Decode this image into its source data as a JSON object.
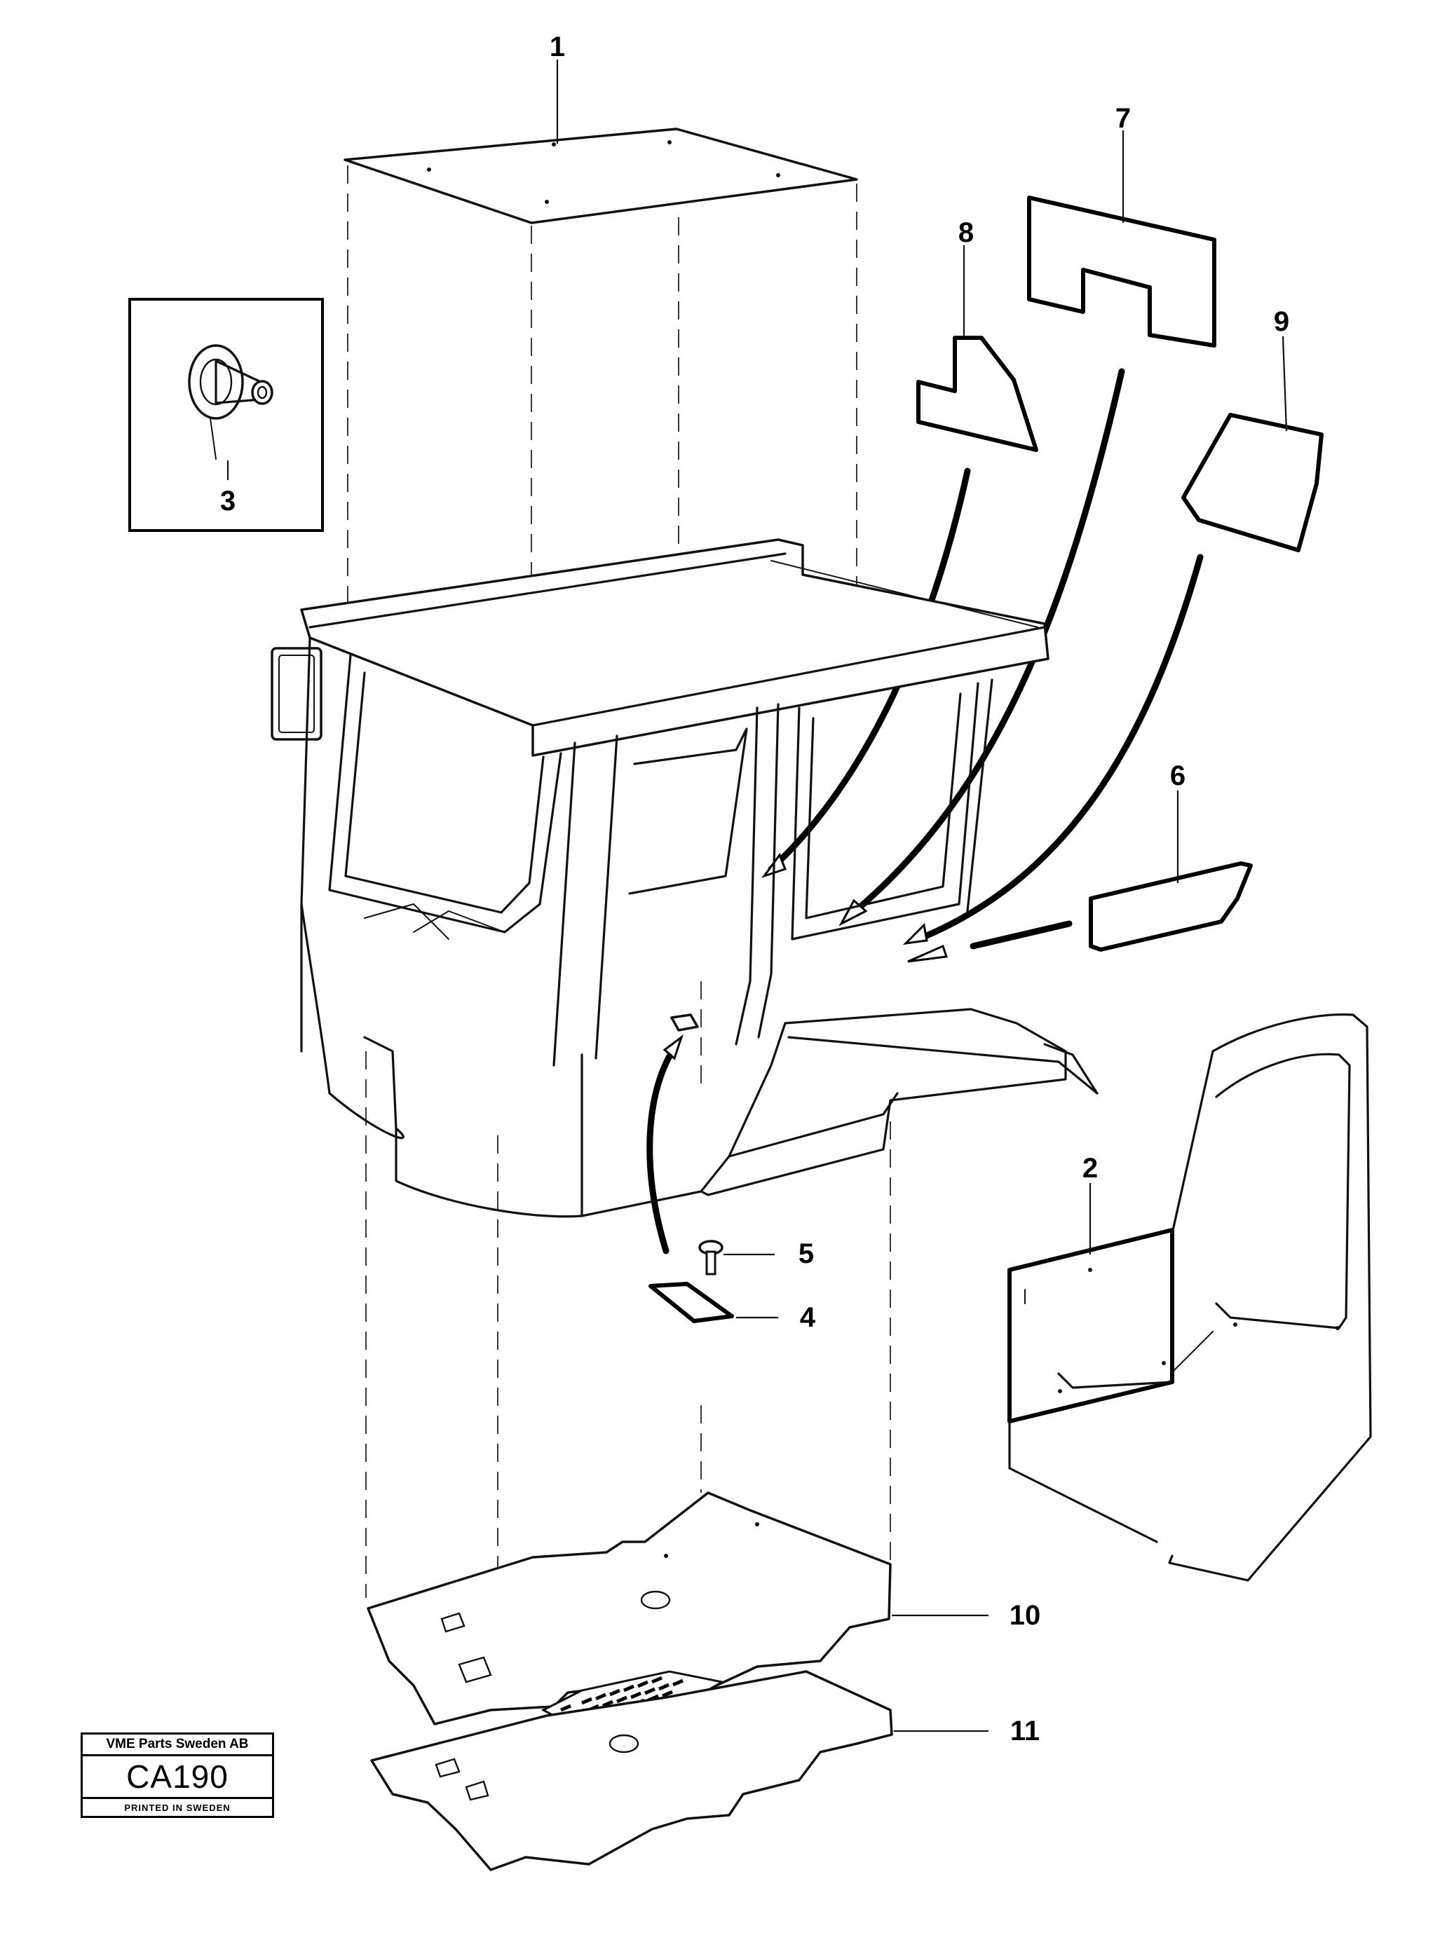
{
  "callouts": {
    "c1": "1",
    "c2": "2",
    "c3": "3",
    "c4": "4",
    "c5": "5",
    "c6": "6",
    "c7": "7",
    "c8": "8",
    "c9": "9",
    "c10": "10",
    "c11": "11"
  },
  "stamp": {
    "company": "VME Parts Sweden AB",
    "code": "CA190",
    "printed": "PRINTED IN SWEDEN"
  }
}
